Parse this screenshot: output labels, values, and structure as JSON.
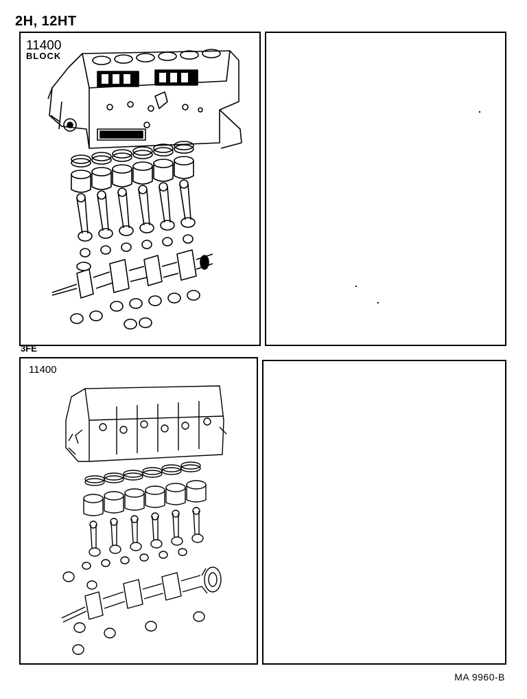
{
  "page_title": "2H, 12HT",
  "section_label": "3FE",
  "panels": [
    {
      "code": "11400",
      "subtitle": "BLOCK"
    },
    {
      "code": "11400"
    }
  ],
  "reference_code": "MA  9960-B"
}
